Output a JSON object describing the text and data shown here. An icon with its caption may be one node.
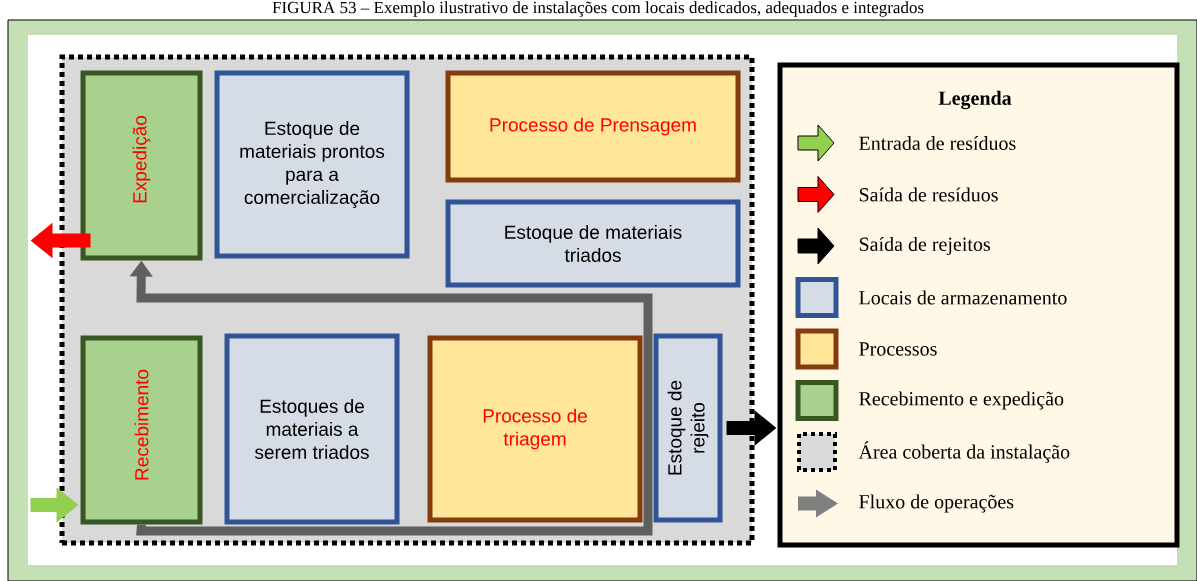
{
  "diagram": {
    "title": "FIGURA 53 – Exemplo ilustrativo de instalações com locais dedicados, adequados e integrados",
    "nodes": [
      {
        "text": [],
        "shape": "box"
      },
      {
        "text": [
          "Expedição"
        ],
        "in": 0
      },
      {
        "text": [
          "Estoque de materiais prontos para a comercialização"
        ],
        "in": 0
      },
      {
        "text": [
          "Processo de Prensagem"
        ],
        "in": 0
      },
      {
        "text": [
          "Estoque de materiais triados"
        ],
        "in": 0
      },
      {
        "text": [
          "Recebimento"
        ],
        "in": 0
      },
      {
        "text": [
          "Estoques de materiais a serem triados"
        ],
        "in": 0
      },
      {
        "text": [
          "Processo de triagem"
        ],
        "in": 0
      },
      {
        "text": [
          "Estoque de rejeito"
        ],
        "in": 0
      }
    ],
    "edges": [
      {
        "from": null,
        "to": 5,
        "arrow": "to",
        "color": "#92d050"
      },
      {
        "from": 5,
        "to": 1,
        "arrow": "to",
        "color": "#5f5f5f"
      },
      {
        "from": 1,
        "to": null,
        "arrow": "to",
        "color": "#ff0000"
      },
      {
        "from": 8,
        "to": null,
        "arrow": "to",
        "color": "#000000"
      }
    ],
    "labels": [
      "Legenda"
    ],
    "legend": [
      {
        "text": "Entrada de resíduos",
        "color": "#92d050"
      },
      {
        "text": "Saída de resíduos",
        "color": "#ff0000"
      },
      {
        "text": "Saída de rejeitos",
        "color": "#000000"
      },
      {
        "text": "Locais de armazenamento",
        "color": "#d6dce5"
      },
      {
        "text": "Processos",
        "color": "#ffe699"
      },
      {
        "text": "Recebimento e expedição",
        "color": "#a9d18e"
      },
      {
        "text": "Área coberta da instalação",
        "color": "#d9d9d9"
      },
      {
        "text": "Fluxo de operações",
        "color": "#7f7f7f"
      }
    ]
  }
}
